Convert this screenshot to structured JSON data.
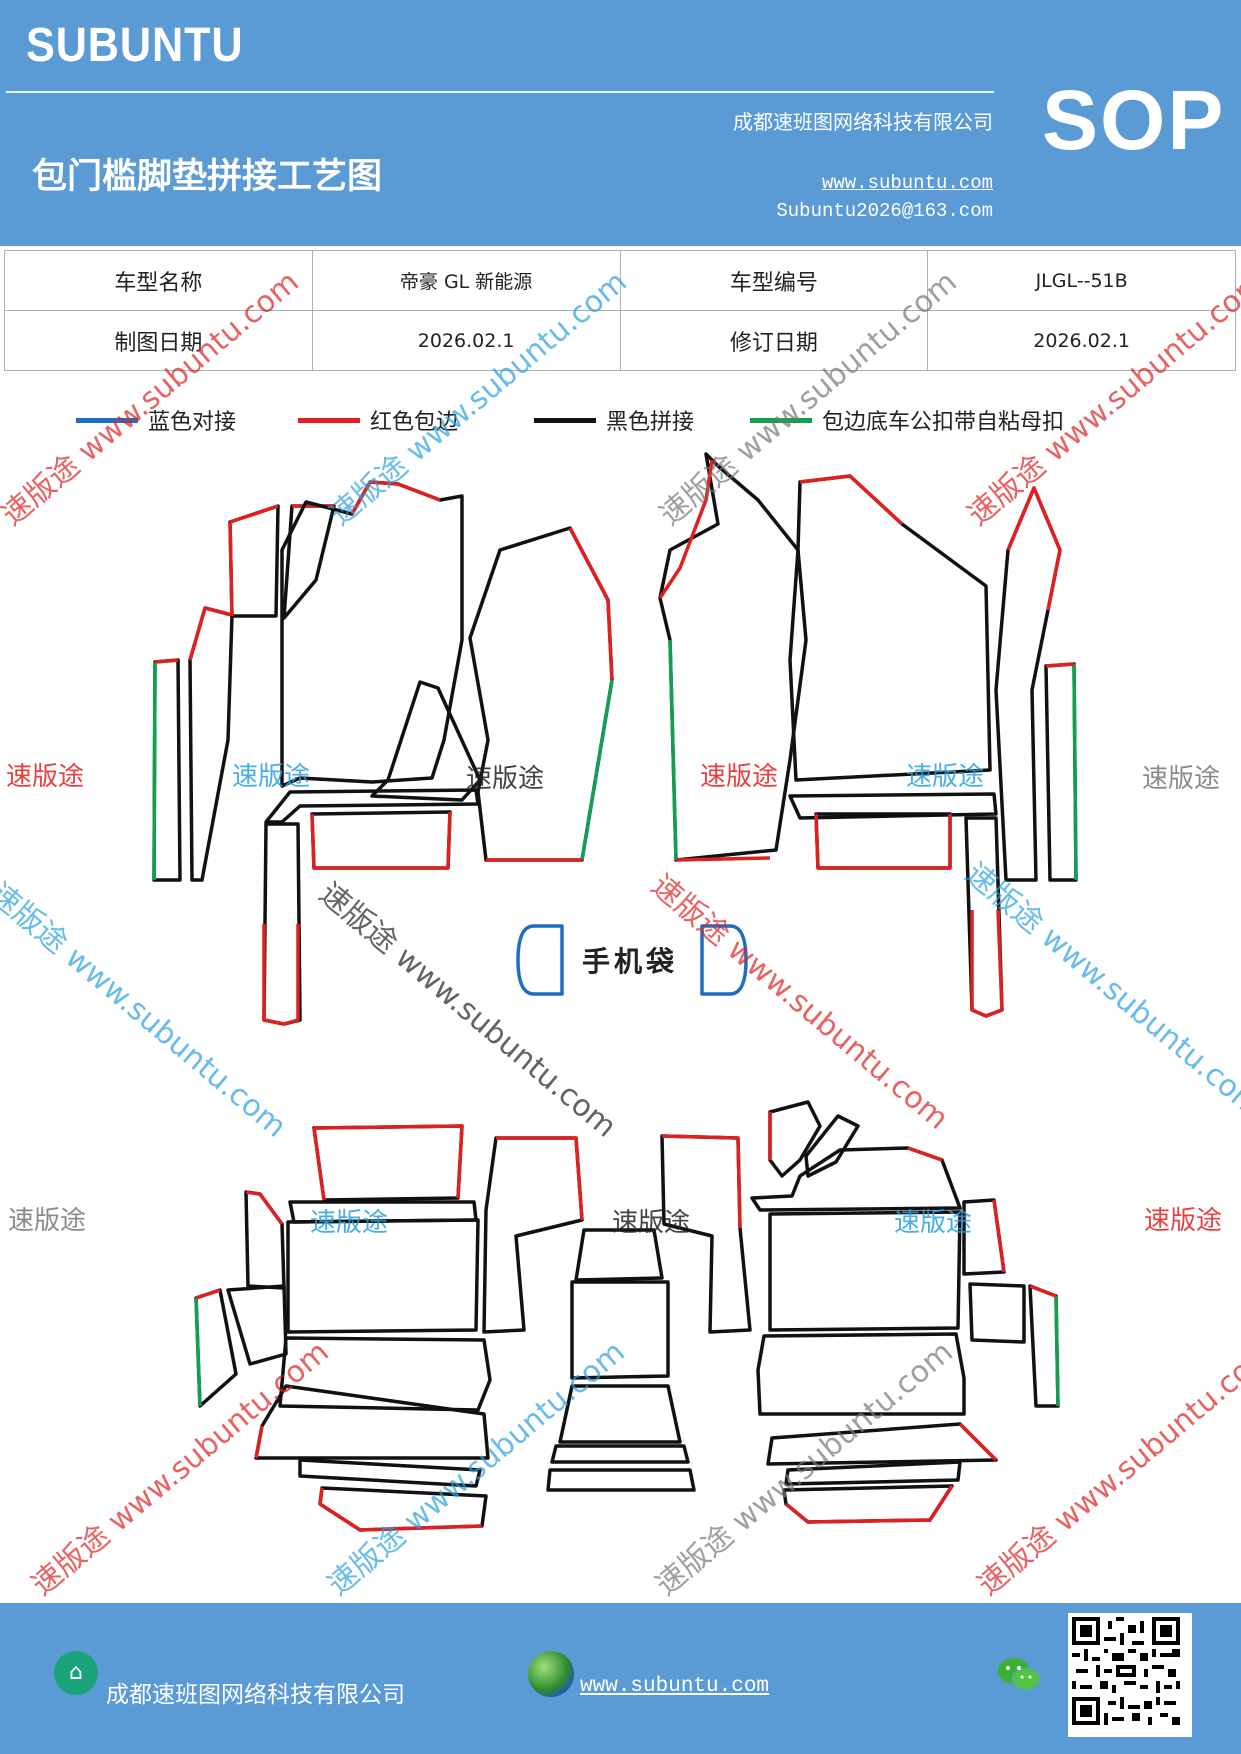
{
  "header": {
    "brand": "SUBUNTU",
    "company": "成都速班图网络科技有限公司",
    "title": "包门槛脚垫拼接工艺图",
    "website": "www.subuntu.com",
    "email": "Subuntu2026@163.com",
    "badge": "SOP"
  },
  "info_table": {
    "rows": [
      [
        "车型名称",
        "帝豪 GL 新能源",
        "车型编号",
        "JLGL--51B"
      ],
      [
        "制图日期",
        "2026.02.1",
        "修订日期",
        "2026.02.1"
      ]
    ]
  },
  "legend": [
    {
      "label": "蓝色对接",
      "color": "#1e6fc2"
    },
    {
      "label": "红色包边",
      "color": "#e02020"
    },
    {
      "label": "黑色拼接",
      "color": "#111111"
    },
    {
      "label": "包边底车公扣带自粘母扣",
      "color": "#10a050"
    }
  ],
  "watermark": {
    "brand": "速版途",
    "rotated": "速版途 www.subuntu.com"
  },
  "phone_pocket": {
    "label": "手机袋"
  },
  "footer": {
    "company": "成都速班图网络科技有限公司",
    "website": "www.subuntu.com"
  },
  "icons": [
    "home-icon",
    "globe-icon",
    "wechat-icon",
    "qr-code"
  ]
}
